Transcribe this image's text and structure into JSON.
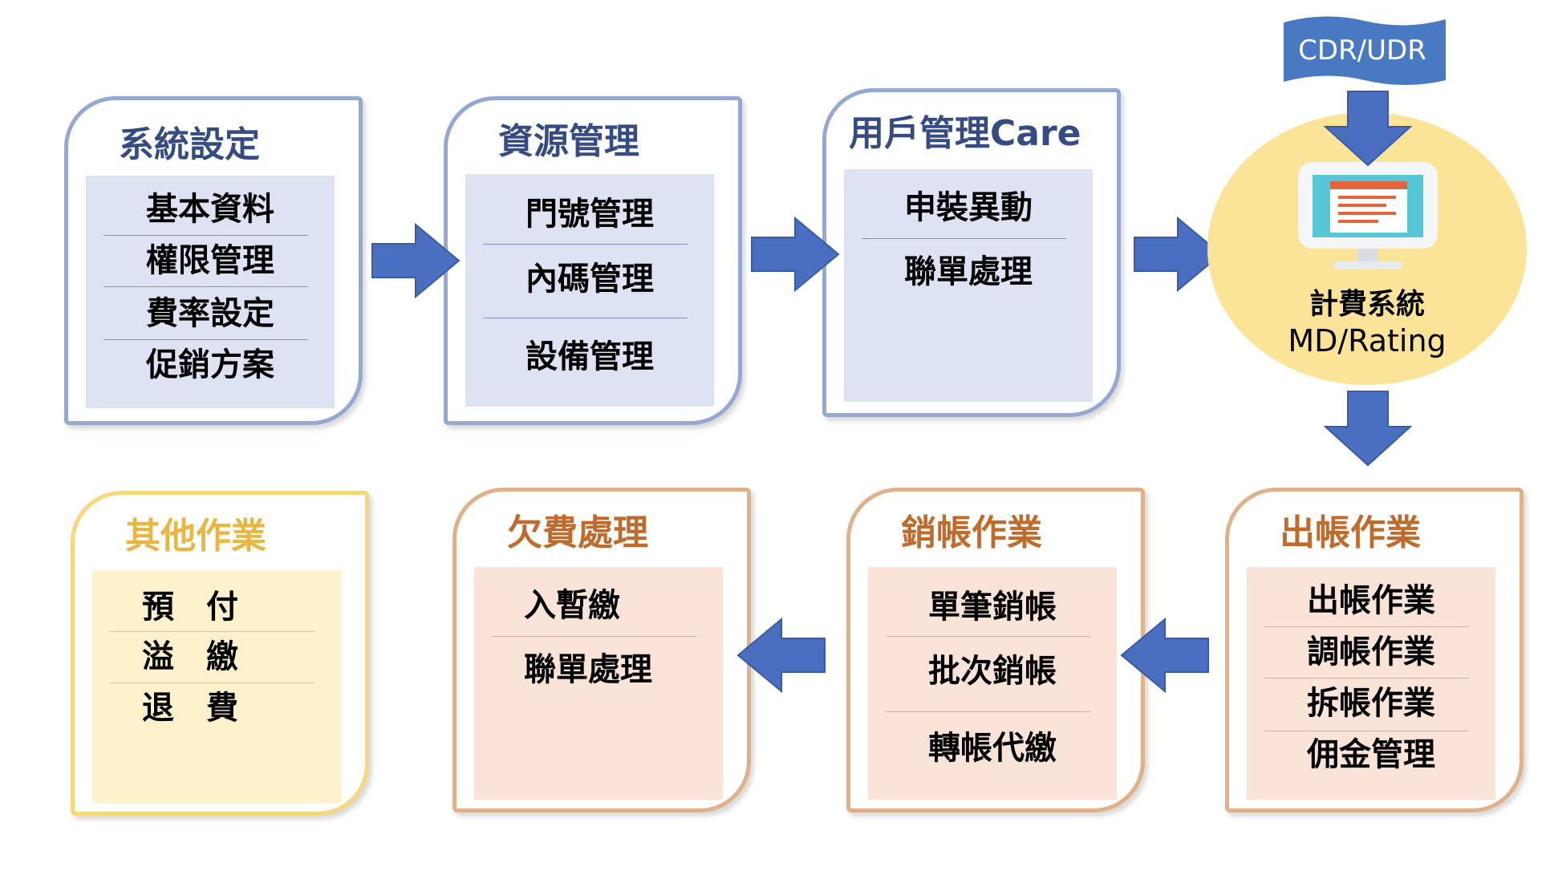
{
  "top_row": [
    {
      "title": "系統設定",
      "items": [
        "基本資料",
        "權限管理",
        "費率設定",
        "促銷方案"
      ]
    },
    {
      "title": "資源管理",
      "items": [
        "門號管理",
        "內碼管理",
        "設備管理"
      ]
    },
    {
      "title": "用戶管理Care",
      "items": [
        "申裝異動",
        "聯單處理"
      ]
    }
  ],
  "source_banner": "CDR/UDR",
  "rating": {
    "line1": "計費系統",
    "line2": "MD/Rating"
  },
  "bottom_row": [
    {
      "title": "出帳作業",
      "items": [
        "出帳作業",
        "調帳作業",
        "拆帳作業",
        "佣金管理"
      ]
    },
    {
      "title": "銷帳作業",
      "items": [
        "單筆銷帳",
        "批次銷帳",
        "轉帳代繳"
      ]
    },
    {
      "title": "欠費處理",
      "items": [
        "入暫繳",
        "聯單處理"
      ]
    },
    {
      "title": "其他作業",
      "items": [
        "預　付",
        "溢　繳",
        "退　費"
      ]
    }
  ],
  "colors": {
    "blue_border": "#94a8d3",
    "blue_panel": "#dde3f2",
    "blue_title": "#354b83",
    "orange_border": "#e0b088",
    "orange_panel": "#f9e4d7",
    "orange_title": "#c06a2c",
    "yellow_border": "#f6d77a",
    "yellow_panel": "#fdf1cb",
    "yellow_title": "#e9b73f",
    "arrow": "#4a6fc0",
    "rating_circle": "#fbe397",
    "banner": "#4a79c4"
  }
}
